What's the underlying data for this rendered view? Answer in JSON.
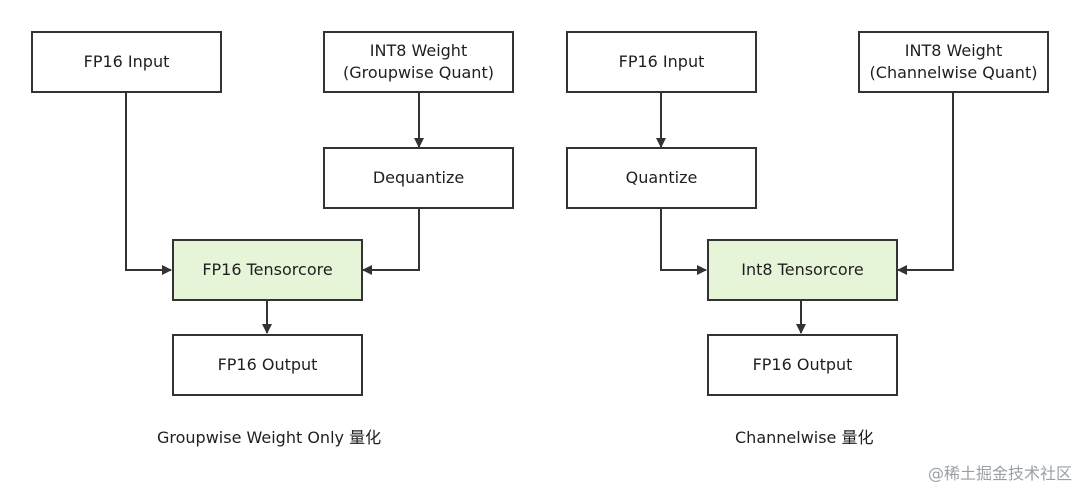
{
  "diagrams": [
    {
      "nodes": {
        "input": "FP16 Input",
        "weight": "INT8 Weight\n(Groupwise Quant)",
        "transform": "Dequantize",
        "core": "FP16 Tensorcore",
        "output": "FP16 Output"
      },
      "caption": "Groupwise Weight Only 量化"
    },
    {
      "nodes": {
        "input": "FP16 Input",
        "weight": "INT8 Weight\n(Channelwise Quant)",
        "transform": "Quantize",
        "core": "Int8 Tensorcore",
        "output": "FP16 Output"
      },
      "caption": "Channelwise 量化"
    }
  ],
  "watermark": "@稀土掘金技术社区",
  "colors": {
    "core_fill": "#e6f4d8",
    "border": "#333333"
  }
}
